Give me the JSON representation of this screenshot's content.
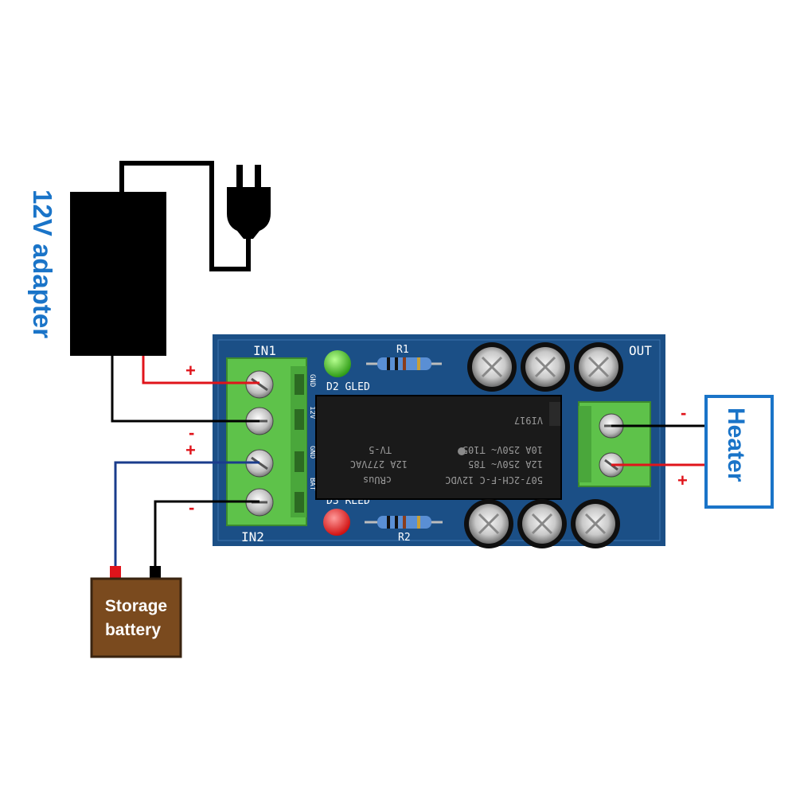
{
  "adapter": {
    "label": "12V adapter",
    "label_color": "#1a74c8"
  },
  "board": {
    "in1_label": "IN1",
    "in2_label": "IN2",
    "out_label": "OUT",
    "r1_label": "R1",
    "r2_label": "R2",
    "d2_label": "D2 GLED",
    "d3_label": "D3 RLED",
    "pin_labels": [
      "GND",
      "12V",
      "GND",
      "BAT"
    ],
    "relay_lines": [
      "507-2CH-F-C 12VDC",
      "12A 250V~  T85",
      "10A 250V~  T105",
      "VI917",
      "12A 277VAC",
      "TV-5",
      "cRUus"
    ],
    "board_color": "#1b4f86",
    "terminal_color": "#5ec24a"
  },
  "wiring": {
    "in1_pos": "+",
    "in1_neg": "-",
    "in2_pos": "+",
    "in2_neg": "-",
    "out_neg": "-",
    "out_pos": "+",
    "pos_color": "#e0141b",
    "neg_color": "#000000",
    "bat_color": "#1a3c8c"
  },
  "battery": {
    "line1": "Storage",
    "line2": "battery",
    "color": "#7a4a1e"
  },
  "heater": {
    "label": "Heater",
    "color": "#1a74c8"
  }
}
